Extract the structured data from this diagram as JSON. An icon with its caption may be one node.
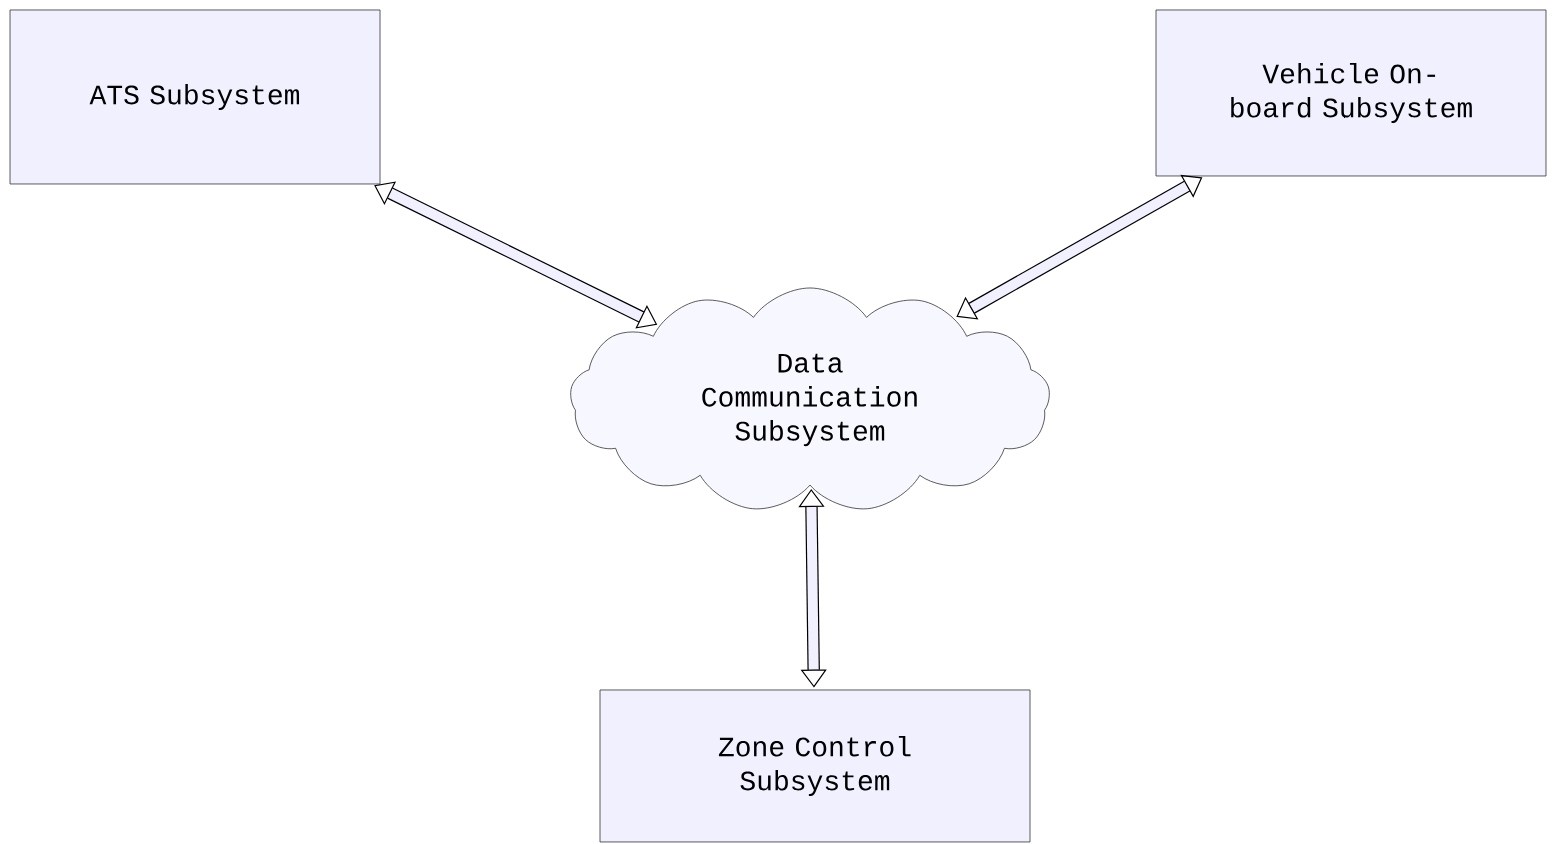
{
  "diagram": {
    "nodes": [
      {
        "text": [
          "ATS Subsystem"
        ]
      },
      {
        "text": [
          "Vehicle On- board Subsystem"
        ]
      },
      {
        "text": [
          "Data Communication Subsystem"
        ]
      },
      {
        "text": [
          "Zone Control Subsystem"
        ]
      }
    ],
    "edges": [
      {
        "from": 0,
        "to": 2,
        "arrow": "both"
      },
      {
        "from": 1,
        "to": 2,
        "arrow": "both"
      },
      {
        "from": 2,
        "to": 3,
        "arrow": "both"
      }
    ]
  }
}
